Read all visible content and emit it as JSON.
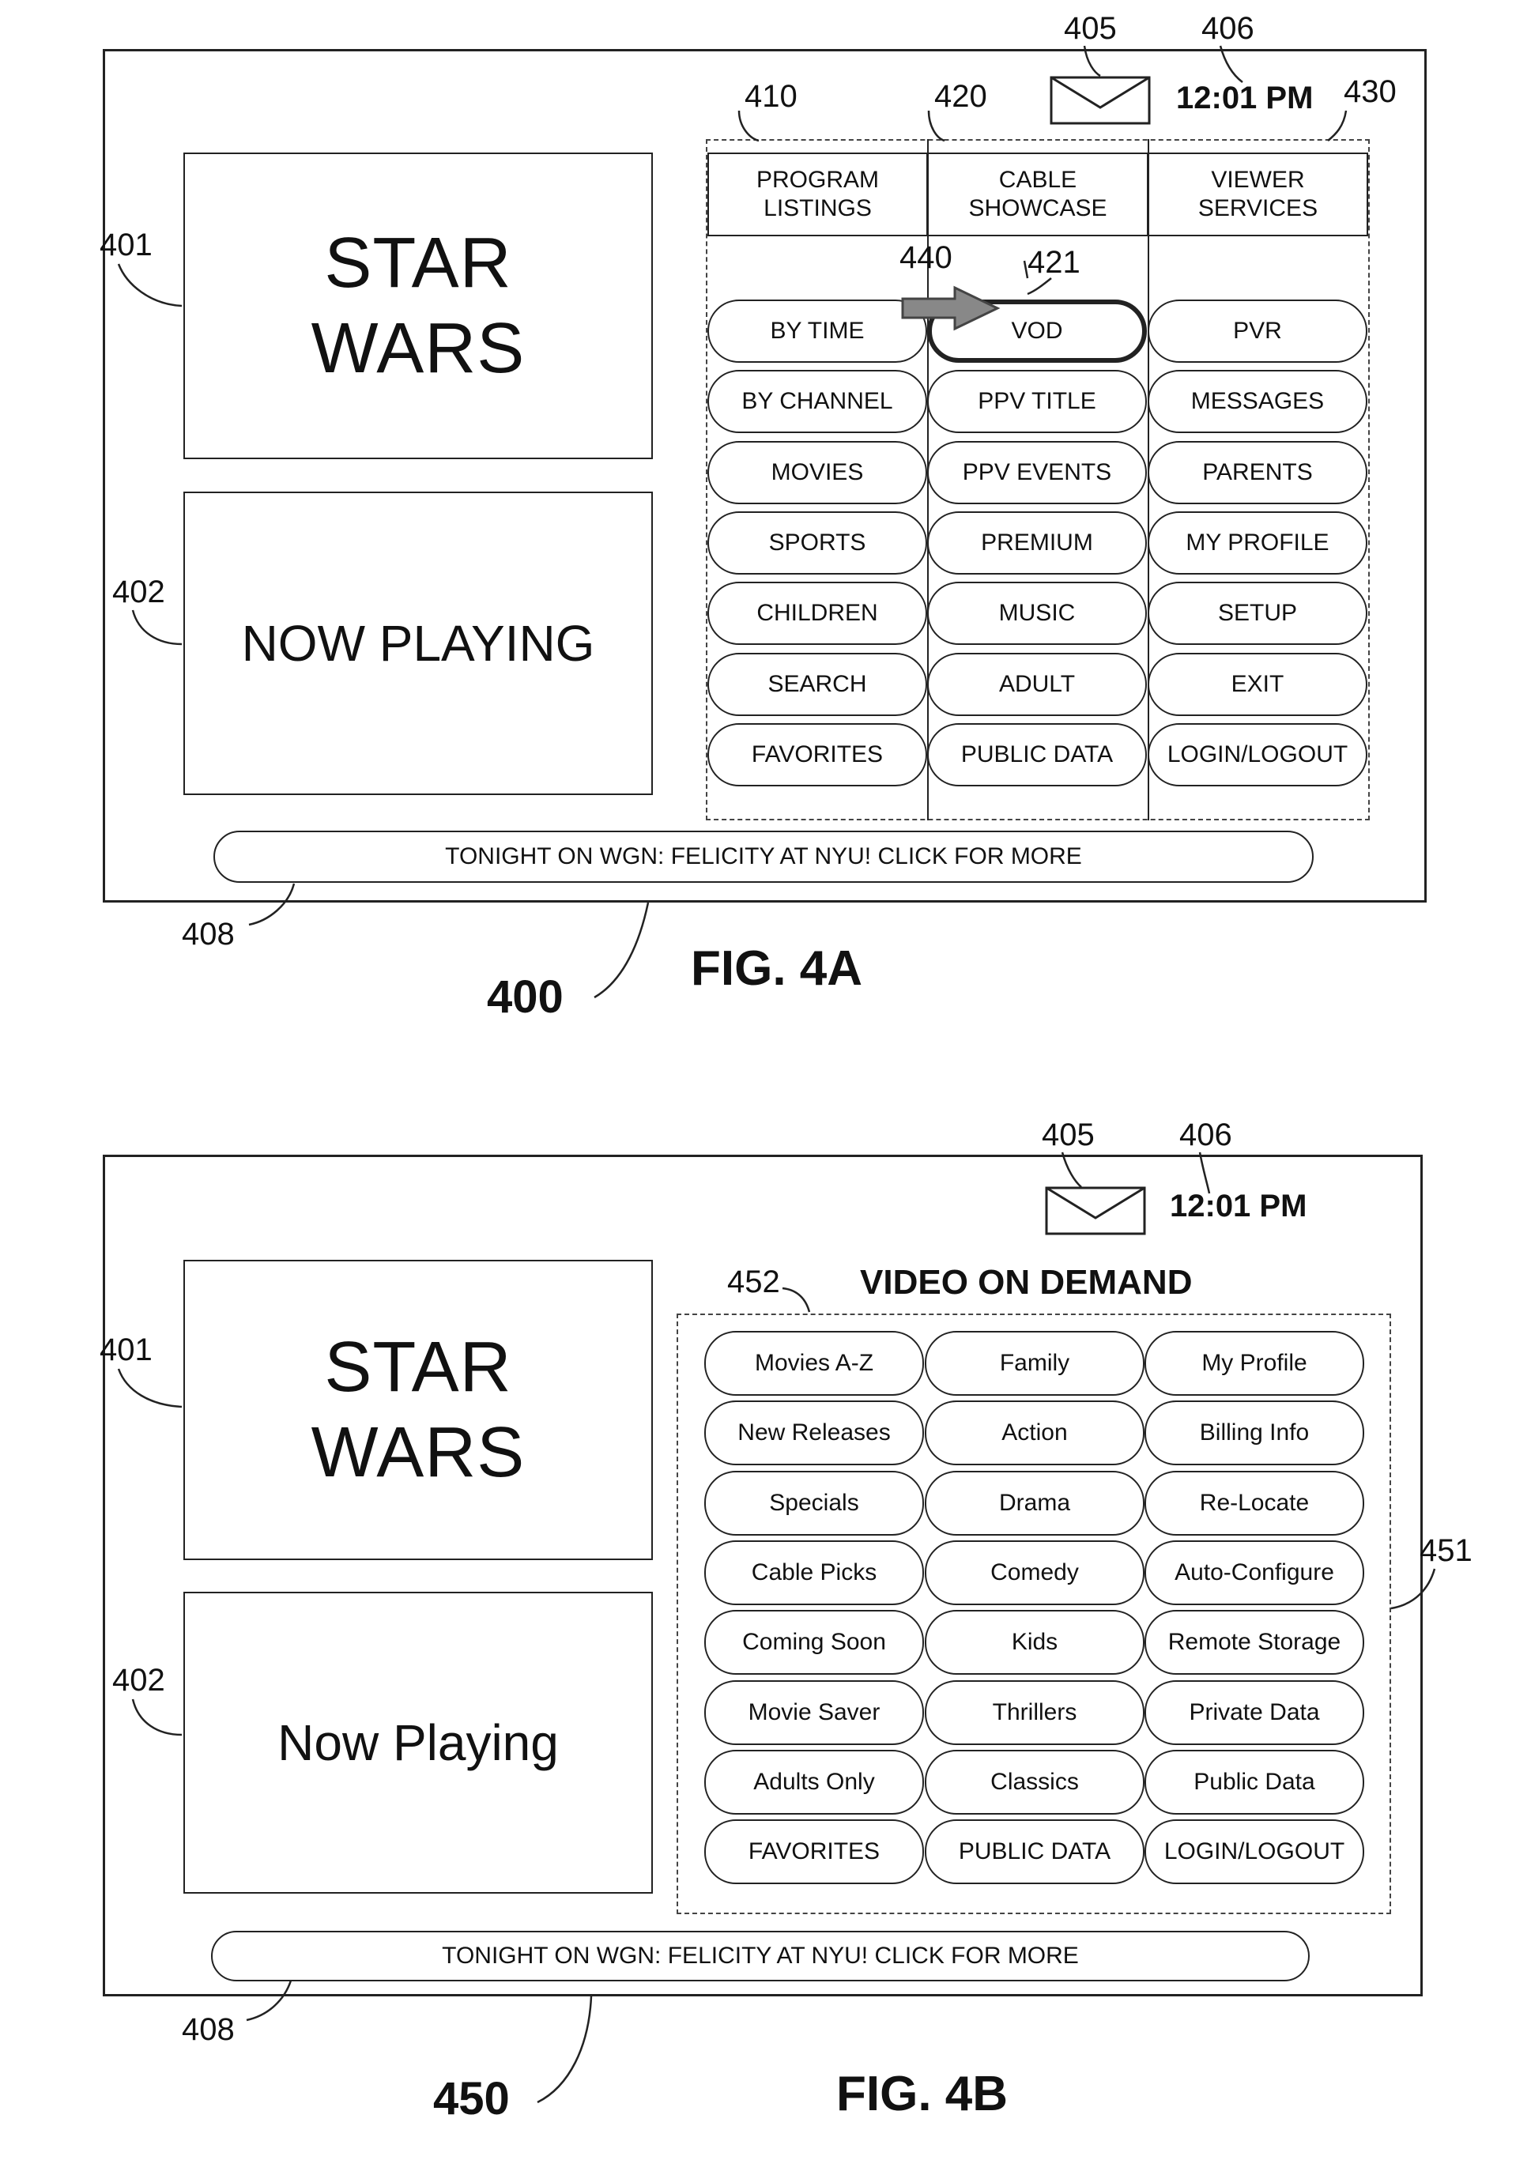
{
  "fig_a": {
    "label": "FIG. 4A",
    "ref_main": "400",
    "clock": "12:01 PM",
    "refs": {
      "r401": "401",
      "r402": "402",
      "r405": "405",
      "r406": "406",
      "r408": "408",
      "r410": "410",
      "r420": "420",
      "r421": "421",
      "r430": "430",
      "r440": "440"
    },
    "title_box": "STAR\nWARS",
    "now_playing": "NOW PLAYING",
    "headers": [
      "PROGRAM\nLISTINGS",
      "CABLE\nSHOWCASE",
      "VIEWER\nSERVICES"
    ],
    "menu": [
      [
        "BY TIME",
        "VOD",
        "PVR"
      ],
      [
        "BY CHANNEL",
        "PPV TITLE",
        "MESSAGES"
      ],
      [
        "MOVIES",
        "PPV EVENTS",
        "PARENTS"
      ],
      [
        "SPORTS",
        "PREMIUM",
        "MY PROFILE"
      ],
      [
        "CHILDREN",
        "MUSIC",
        "SETUP"
      ],
      [
        "SEARCH",
        "ADULT",
        "EXIT"
      ],
      [
        "FAVORITES",
        "PUBLIC DATA",
        "LOGIN/LOGOUT"
      ]
    ],
    "ticker": "TONIGHT ON WGN: FELICITY AT NYU! CLICK FOR MORE"
  },
  "fig_b": {
    "label": "FIG. 4B",
    "ref_main": "450",
    "clock": "12:01 PM",
    "refs": {
      "r401": "401",
      "r402": "402",
      "r405": "405",
      "r406": "406",
      "r408": "408",
      "r451": "451",
      "r452": "452"
    },
    "title_box": "STAR\nWARS",
    "now_playing": "Now Playing",
    "vod_title": "VIDEO ON DEMAND",
    "menu": [
      [
        "Movies A-Z",
        "Family",
        "My Profile"
      ],
      [
        "New Releases",
        "Action",
        "Billing Info"
      ],
      [
        "Specials",
        "Drama",
        "Re-Locate"
      ],
      [
        "Cable Picks",
        "Comedy",
        "Auto-Configure"
      ],
      [
        "Coming Soon",
        "Kids",
        "Remote Storage"
      ],
      [
        "Movie Saver",
        "Thrillers",
        "Private Data"
      ],
      [
        "Adults Only",
        "Classics",
        "Public Data"
      ],
      [
        "FAVORITES",
        "PUBLIC DATA",
        "LOGIN/LOGOUT"
      ]
    ],
    "ticker": "TONIGHT ON WGN: FELICITY AT NYU! CLICK FOR MORE"
  },
  "icons": {
    "message": "envelope-icon",
    "focus": "arrow-icon"
  }
}
